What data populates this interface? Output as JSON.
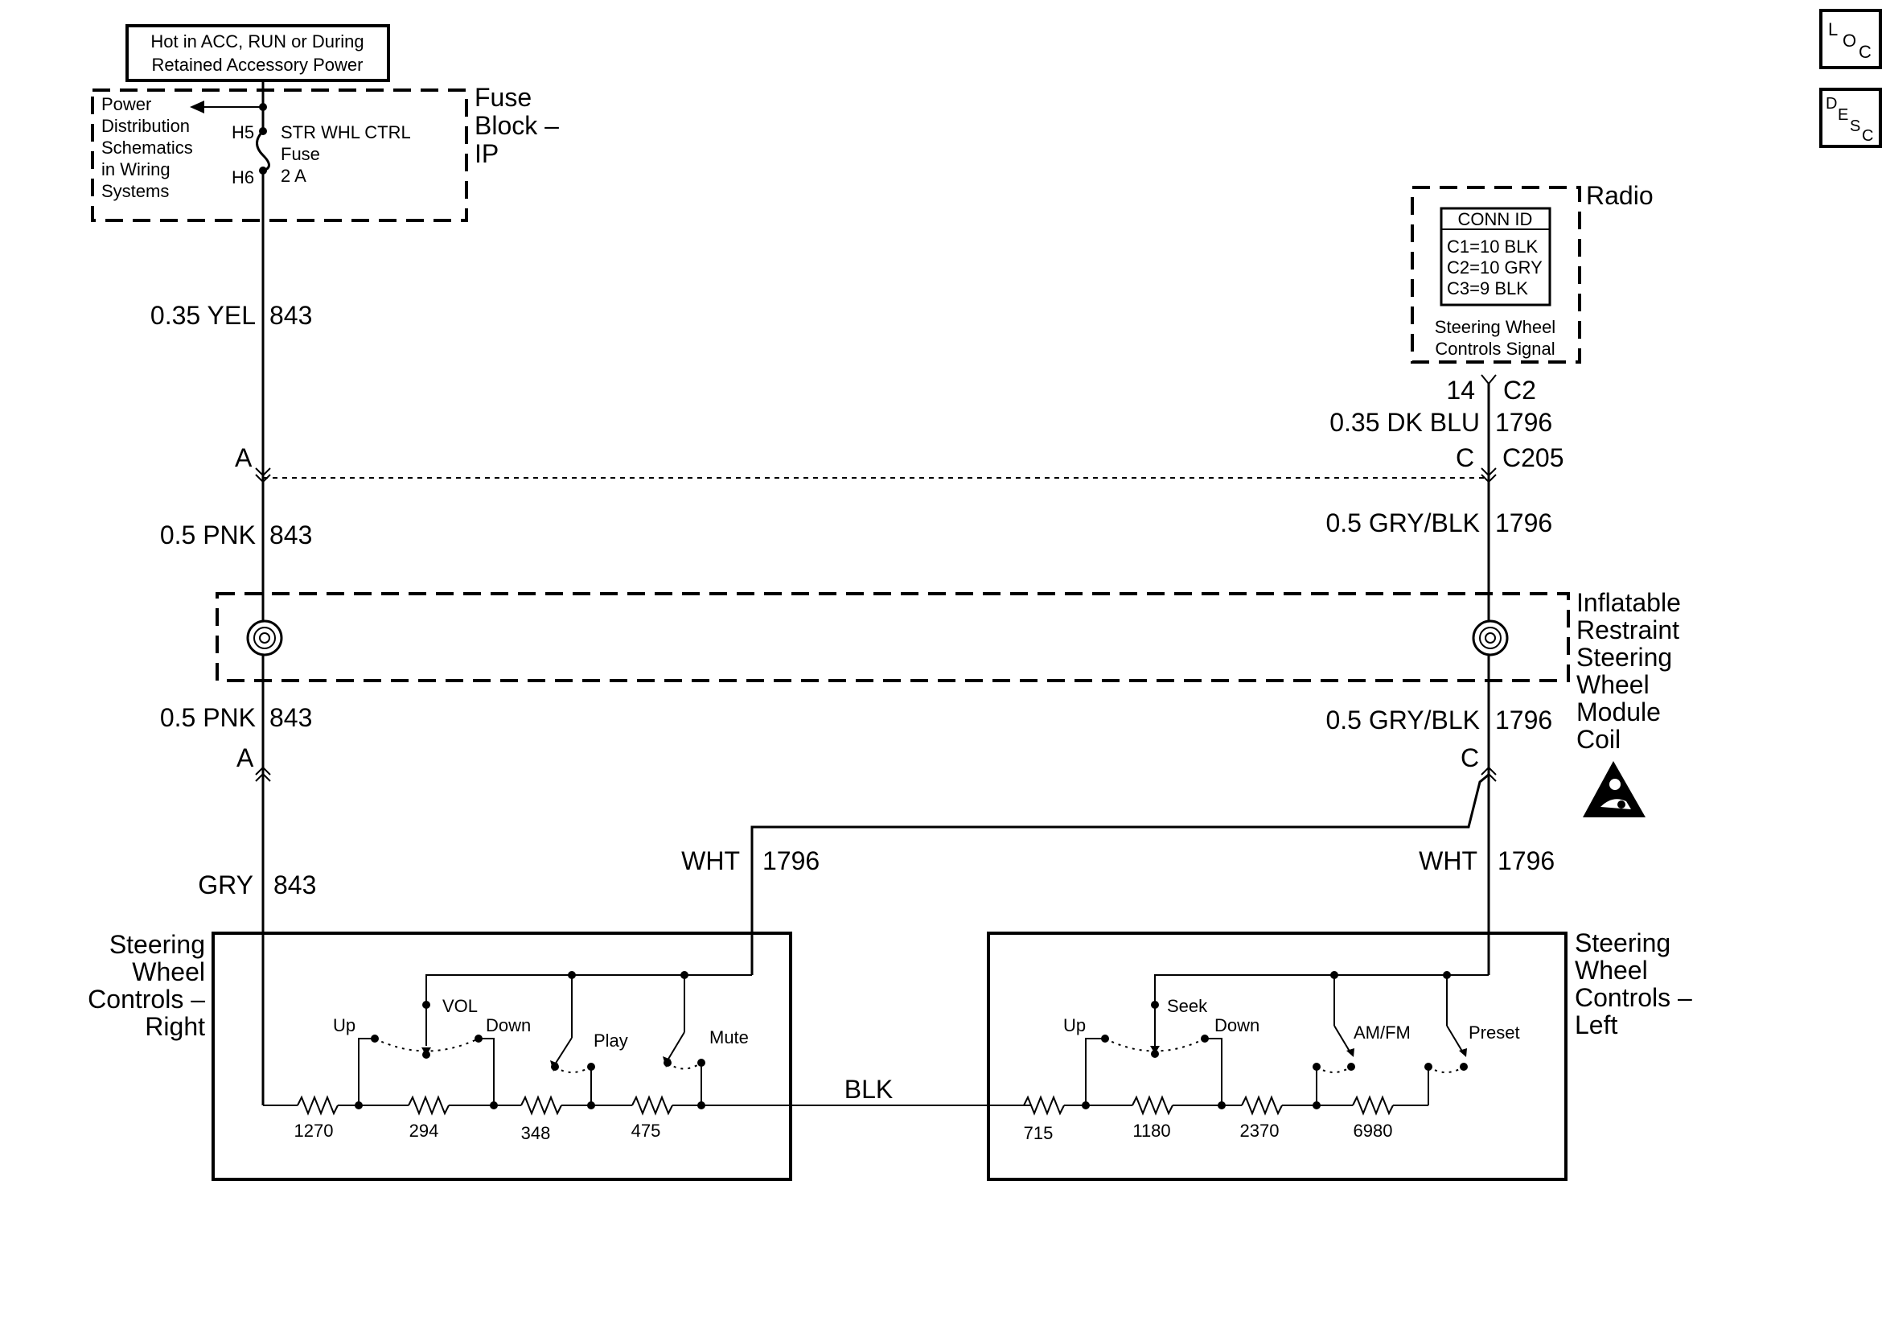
{
  "power_note": {
    "line1": "Hot in ACC, RUN or During",
    "line2": "Retained Accessory Power"
  },
  "fuse_block": {
    "title_line1": "Fuse",
    "title_line2": "Block –",
    "title_line3": "IP",
    "power_dist": [
      "Power",
      "Distribution",
      "Schematics",
      "in Wiring",
      "Systems"
    ],
    "pin_top": "H5",
    "pin_bottom": "H6",
    "fuse_name": "STR WHL CTRL",
    "fuse_word": "Fuse",
    "fuse_rating": "2 A"
  },
  "radio": {
    "title": "Radio",
    "conn_id_header": "CONN ID",
    "conn_ids": [
      "C1=10 BLK",
      "C2=10 GRY",
      "C3=9 BLK"
    ],
    "signal_line1": "Steering Wheel",
    "signal_line2": "Controls Signal",
    "pin": "14",
    "connector": "C2"
  },
  "wires": {
    "left_top_color": "0.35 YEL",
    "left_top_circuit": "843",
    "left_mid_color": "0.5 PNK",
    "left_mid_circuit": "843",
    "left_low_color": "0.5 PNK",
    "left_low_circuit": "843",
    "left_bottom_color": "GRY",
    "left_bottom_circuit": "843",
    "right_top_color": "0.35 DK BLU",
    "right_top_circuit": "1796",
    "right_mid_color": "0.5 GRY/BLK",
    "right_mid_circuit": "1796",
    "right_low_color": "0.5 GRY/BLK",
    "right_low_circuit": "1796",
    "wht_left_color": "WHT",
    "wht_left_circuit": "1796",
    "wht_right_color": "WHT",
    "wht_right_circuit": "1796",
    "blk": "BLK"
  },
  "connectors": {
    "left_pin_upper": "A",
    "left_pin_lower": "A",
    "right_pin_upper": "C",
    "right_pin_lower": "C",
    "c205": "C205"
  },
  "coil": {
    "label": [
      "Inflatable",
      "Restraint",
      "Steering",
      "Wheel",
      "Module",
      "Coil"
    ]
  },
  "swc_right": {
    "title": [
      "Steering",
      "Wheel",
      "Controls –",
      "Right"
    ],
    "switch_vol_up": "Up",
    "switch_vol": "VOL",
    "switch_vol_down": "Down",
    "switch_play": "Play",
    "switch_mute": "Mute",
    "resistors": [
      "1270",
      "294",
      "348",
      "475"
    ]
  },
  "swc_left": {
    "title": [
      "Steering",
      "Wheel",
      "Controls –",
      "Left"
    ],
    "switch_seek_up": "Up",
    "switch_seek": "Seek",
    "switch_seek_down": "Down",
    "switch_amfm": "AM/FM",
    "switch_preset": "Preset",
    "resistors": [
      "715",
      "1180",
      "2370",
      "6980"
    ]
  },
  "icons": {
    "loc": {
      "big": "L",
      "mid": "O",
      "small": "C"
    },
    "desc": {
      "d": "D",
      "e": "E",
      "s": "S",
      "c": "C"
    }
  }
}
